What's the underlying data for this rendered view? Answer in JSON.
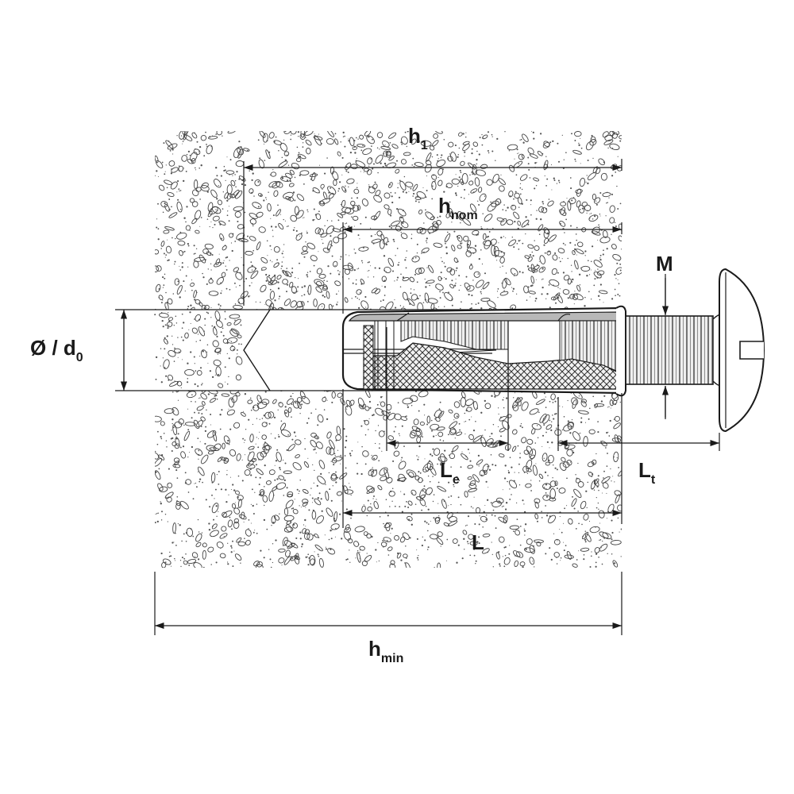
{
  "diagram": {
    "labels": {
      "h1": {
        "main": "h",
        "sub": "1"
      },
      "hnom": {
        "main": "h",
        "sub": "nom"
      },
      "hmin": {
        "main": "h",
        "sub": "min"
      },
      "d0": {
        "main": "Ø / d",
        "sub": "0"
      },
      "M": {
        "main": "M"
      },
      "Le": {
        "main": "L",
        "sub": "e"
      },
      "Lt": {
        "main": "L",
        "sub": "t"
      },
      "L": {
        "main": "L"
      }
    }
  },
  "colors": {
    "line": "#1a1a1a",
    "concrete_dot": "#555555",
    "sleeve_fill": "#b8b8b8",
    "thread_fill": "#e8e8e8",
    "anchor_body": "#ffffff"
  },
  "icons": {
    "concrete": "concrete-texture",
    "anchor": "sleeve-anchor",
    "screw": "mushroom-head-screw"
  }
}
